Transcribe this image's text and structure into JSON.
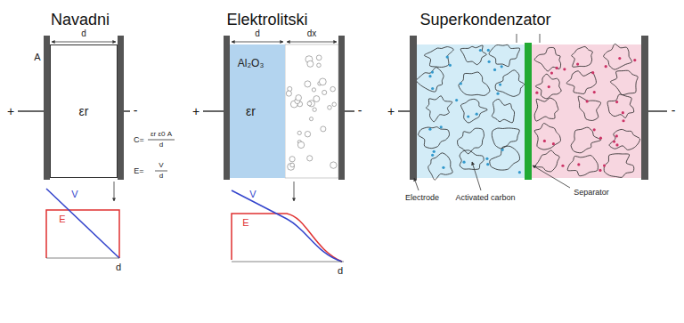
{
  "diagram": {
    "nodes": [
      {
        "text": [
          "εr"
        ]
      },
      {
        "text": [
          "Al₂O₃",
          "εr"
        ]
      }
    ],
    "labels": [
      "Navadni",
      "Elektrolitski",
      "Superkondenzator",
      "d",
      "A",
      "+",
      "-",
      "C=",
      "εr ε0 A",
      "d",
      "E=",
      "V",
      "d",
      "V",
      "E",
      "d",
      "d",
      "dx",
      "+",
      "-",
      "V",
      "E",
      "d",
      "+",
      "-",
      "Electrode",
      "Activated carbon",
      "Separator"
    ]
  }
}
